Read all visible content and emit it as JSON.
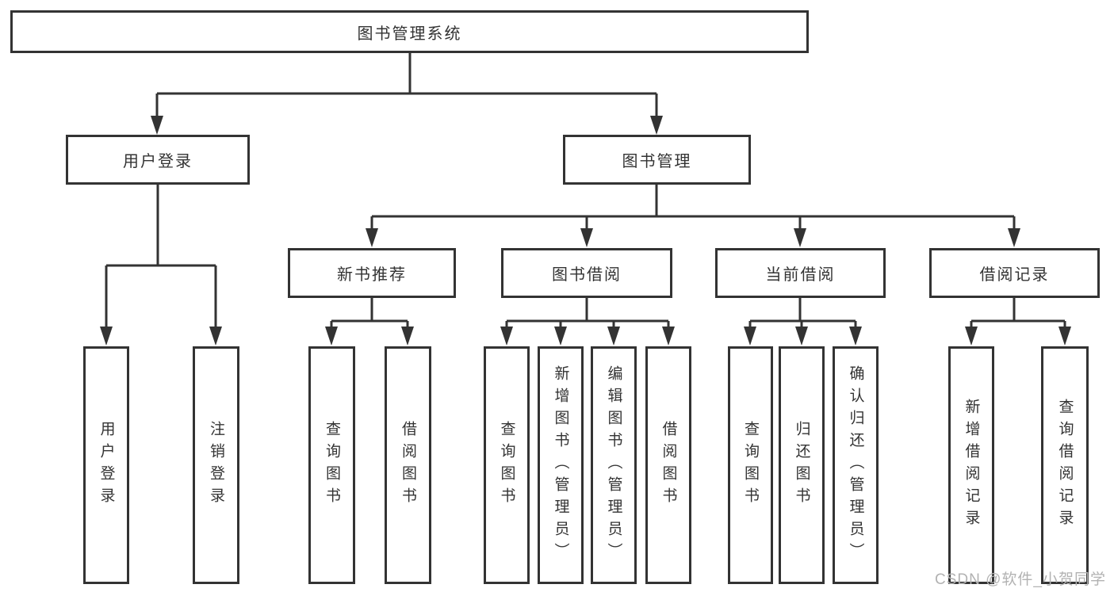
{
  "diagram": {
    "nodes": {
      "root": "图书管理系统",
      "user_login": "用户登录",
      "book_mgmt": "图书管理",
      "new_book_rec": "新书推荐",
      "book_borrow": "图书借阅",
      "current_borrow": "当前借阅",
      "borrow_record": "借阅记录",
      "leaf_user_login": "用户登录",
      "leaf_logout": "注销登录",
      "leaf_rec_query": "查询图书",
      "leaf_rec_borrow": "借阅图书",
      "leaf_bb_query": "查询图书",
      "leaf_bb_add": "新增图书（管理员）",
      "leaf_bb_edit": "编辑图书（管理员）",
      "leaf_bb_borrow": "借阅图书",
      "leaf_cb_query": "查询图书",
      "leaf_cb_return": "归还图书",
      "leaf_cb_confirm": "确认归还（管理员）",
      "leaf_br_add": "新增借阅记录",
      "leaf_br_query": "查询借阅记录"
    },
    "watermark": "CSDN @软件_小贺同学",
    "colors": {
      "line": "#333333",
      "text": "#333333",
      "box_background": "#ffffff",
      "page_background": "#ffffff",
      "watermark": "#b2b2b2"
    }
  }
}
